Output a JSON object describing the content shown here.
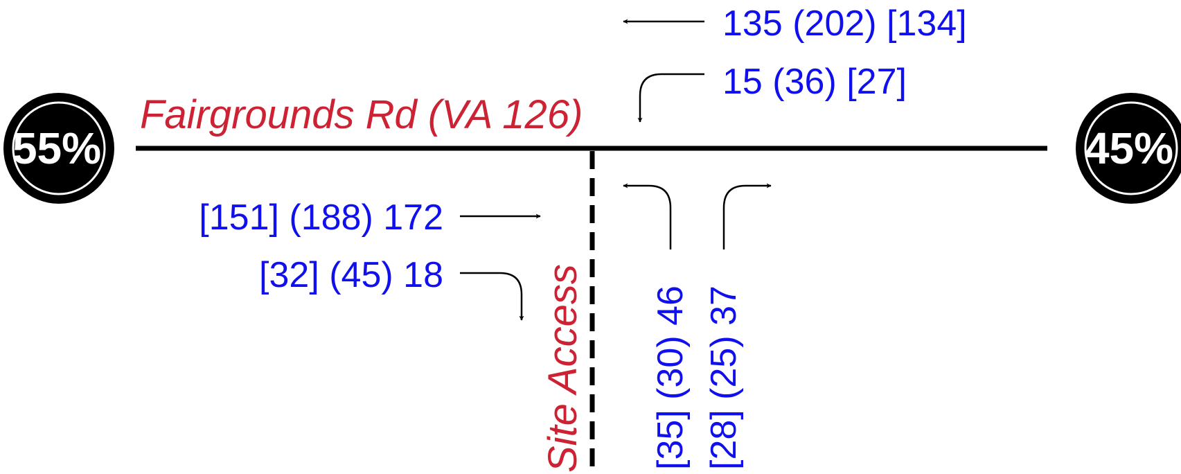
{
  "colors": {
    "road": "#000000",
    "road_label": "#cc2233",
    "volume": "#1010ee",
    "badge_fill": "#000000",
    "badge_text": "#ffffff"
  },
  "roads": {
    "main_road": "Fairgrounds Rd (VA 126)",
    "side_road": "Site Access"
  },
  "distribution": {
    "west": "55%",
    "east": "45%"
  },
  "volumes": {
    "wb_through": "135 (202) [134]",
    "wb_left": "15 (36) [27]",
    "eb_through": "[151] (188) 172",
    "eb_right": "[32] (45) 18",
    "nb_left": "[35] (30) 46",
    "nb_right": "[28] (25) 37"
  },
  "movements": {
    "wb_through": "arrow-left",
    "wb_left": "arrow-curve-left-down",
    "eb_through": "arrow-right",
    "eb_right": "arrow-curve-right-down",
    "nb_left": "arrow-curve-up-left",
    "nb_right": "arrow-curve-up-right"
  }
}
